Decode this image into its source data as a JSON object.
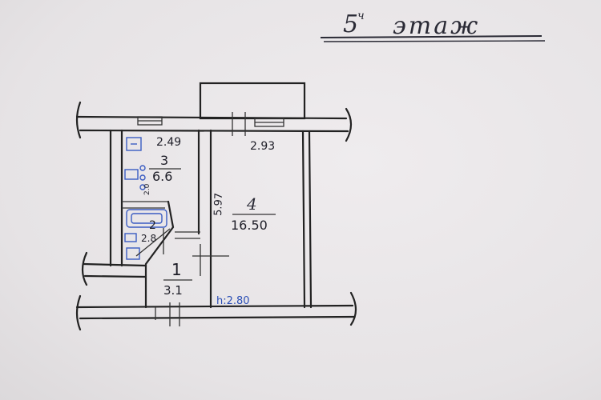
{
  "title": {
    "floor": "5",
    "floor_suffix": "ч",
    "word": "этаж"
  },
  "rooms": [
    {
      "number": "1",
      "area": "3.1"
    },
    {
      "number": "2",
      "area": "2.8"
    },
    {
      "number": "3",
      "area": "6.6"
    },
    {
      "number": "4",
      "area": "16.50"
    }
  ],
  "dimensions": {
    "kitchen_width": "2.49",
    "room_width": "2.93",
    "room_side": "5.97",
    "kitchen_side": "2.0"
  },
  "ceiling_height": "h:2.80",
  "colors": {
    "ink": "#222222",
    "blue_pen": "#2b4fb5"
  }
}
